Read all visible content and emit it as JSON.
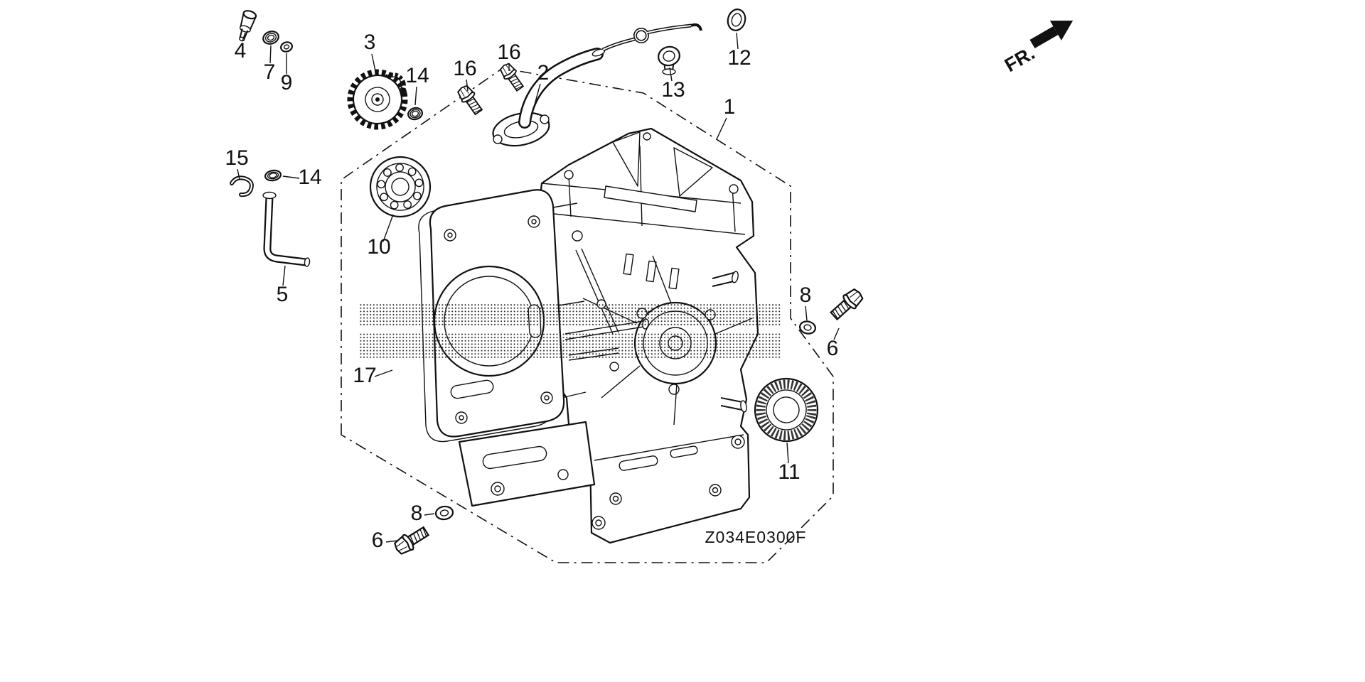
{
  "page": {
    "background": "#ffffff",
    "line_color": "#111111"
  },
  "diagram": {
    "code": "Z034E0300F",
    "direction_label": "FR.",
    "callouts": [
      {
        "label": "4",
        "part": "pin-bolt"
      },
      {
        "label": "7",
        "part": "washer-7"
      },
      {
        "label": "9",
        "part": "washer-9"
      },
      {
        "label": "3",
        "part": "governor-gear"
      },
      {
        "label": "14",
        "part": "washer-14-upper"
      },
      {
        "label": "16",
        "part": "flange-bolt-16-left"
      },
      {
        "label": "16",
        "part": "flange-bolt-16-right"
      },
      {
        "label": "2",
        "part": "breather-tube"
      },
      {
        "label": "12",
        "part": "ring-12"
      },
      {
        "label": "13",
        "part": "cable-joint-13"
      },
      {
        "label": "1",
        "part": "cylinder-barrel-assembly"
      },
      {
        "label": "15",
        "part": "clip-15"
      },
      {
        "label": "14",
        "part": "washer-14-left"
      },
      {
        "label": "10",
        "part": "radial-ball-bearing"
      },
      {
        "label": "5",
        "part": "oil-pipe-5"
      },
      {
        "label": "8",
        "part": "washer-8-right"
      },
      {
        "label": "6",
        "part": "flange-bolt-6-right"
      },
      {
        "label": "17",
        "part": "cylinder-barrel"
      },
      {
        "label": "11",
        "part": "oil-seal-11"
      },
      {
        "label": "8",
        "part": "washer-8-bottom"
      },
      {
        "label": "6",
        "part": "flange-bolt-6-bottom"
      }
    ]
  }
}
